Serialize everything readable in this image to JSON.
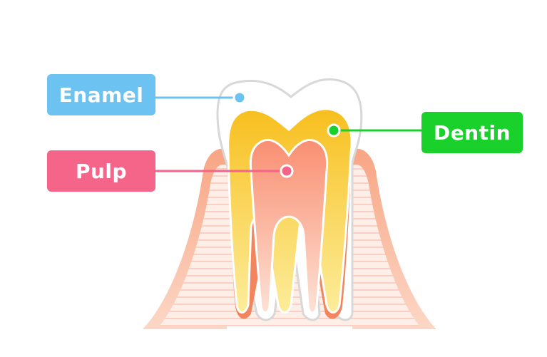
{
  "labels": {
    "enamel": {
      "text": "Enamel",
      "color": "#6cc3f2"
    },
    "pulp": {
      "text": "Pulp",
      "color": "#f56589"
    },
    "dentin": {
      "text": "Dentin",
      "color": "#1ad12c"
    }
  },
  "colors": {
    "gum": "#f9b9a0",
    "gum_stripe": "#fbd5c9",
    "dentin_fill": "#f7c63a",
    "pulp_fill": "#f99a7c",
    "enamel_outline": "#d8d8d8",
    "root_edge": "#f2855d"
  }
}
